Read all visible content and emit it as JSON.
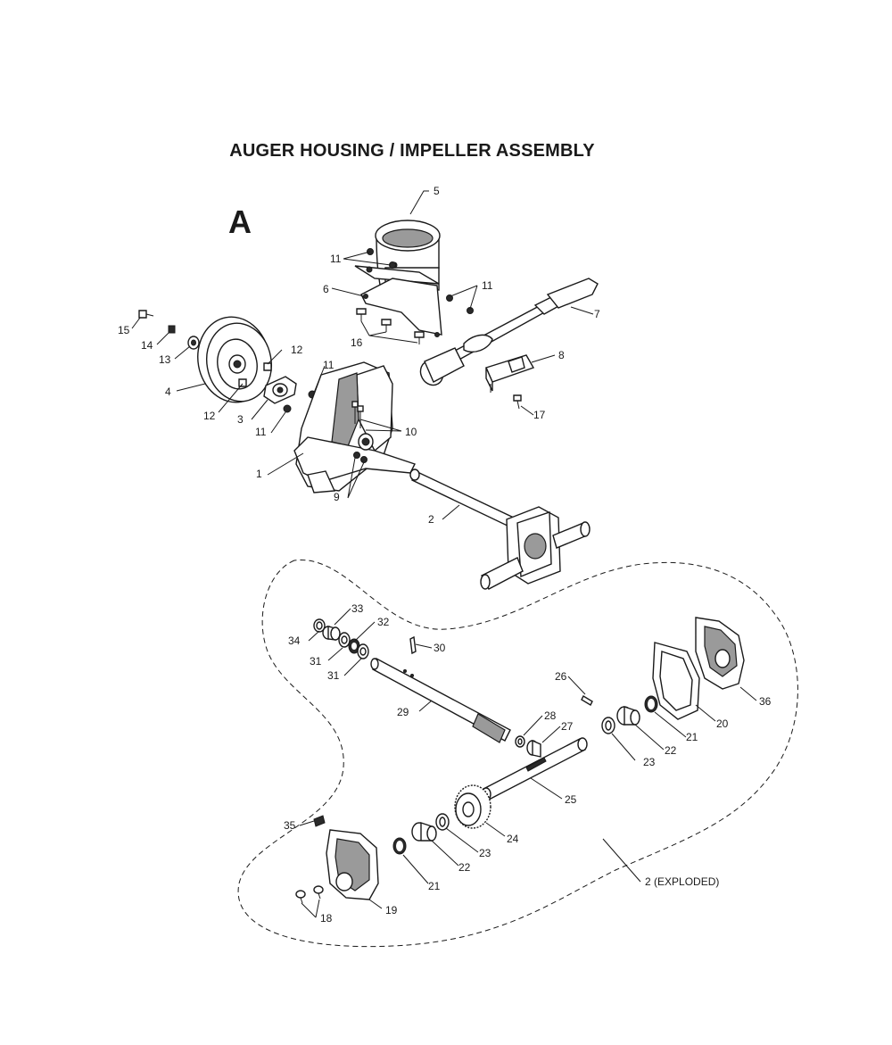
{
  "title": "AUGER HOUSING / IMPELLER ASSEMBLY",
  "section_letter": "A",
  "callouts": {
    "c1": "1",
    "c2": "2",
    "c3": "3",
    "c4": "4",
    "c5": "5",
    "c6": "6",
    "c7": "7",
    "c8": "8",
    "c9": "9",
    "c10": "10",
    "c11a": "11",
    "c11b": "11",
    "c11c": "11",
    "c11d": "11",
    "c12a": "12",
    "c12b": "12",
    "c13": "13",
    "c14": "14",
    "c15": "15",
    "c16": "16",
    "c17": "17",
    "c18": "18",
    "c19": "19",
    "c20": "20",
    "c21a": "21",
    "c21b": "21",
    "c22a": "22",
    "c22b": "22",
    "c23a": "23",
    "c23b": "23",
    "c24": "24",
    "c25": "25",
    "c26": "26",
    "c27": "27",
    "c28": "28",
    "c29": "29",
    "c30": "30",
    "c31a": "31",
    "c31b": "31",
    "c32": "32",
    "c33": "33",
    "c34": "34",
    "c35": "35",
    "c36": "36",
    "c2exploded": "2 (EXPLODED)"
  }
}
